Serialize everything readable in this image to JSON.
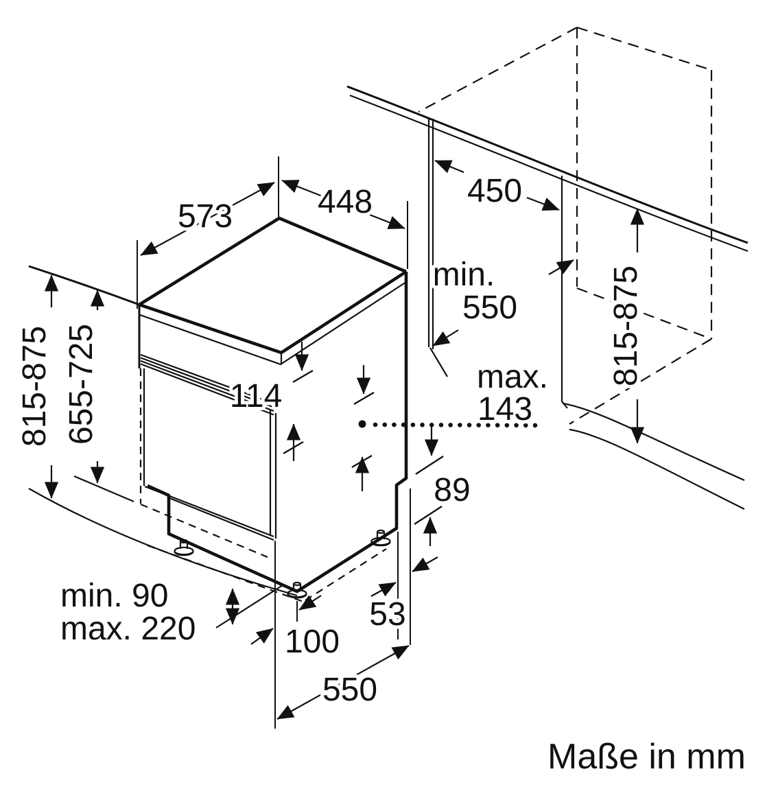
{
  "title": "dishwasher-installation-drawing",
  "units_note": "Maße in mm",
  "dimensions": {
    "depth_with_door": "573",
    "appliance_width": "448",
    "niche_width": "450",
    "niche_depth_min_word": "min.",
    "niche_depth_min_value": "550",
    "door_protrusion_word": "max.",
    "door_protrusion_value": "143",
    "niche_height_left": "815-875",
    "furniture_front_height": "655-725",
    "niche_height_right": "815-875",
    "control_panel_height": "114",
    "rear_bottom_gap": "89",
    "plinth_height_min": "min. 90",
    "plinth_height_max": "max. 220",
    "foot_front_offset": "100",
    "front_plane_offset": "53",
    "body_depth": "550"
  }
}
